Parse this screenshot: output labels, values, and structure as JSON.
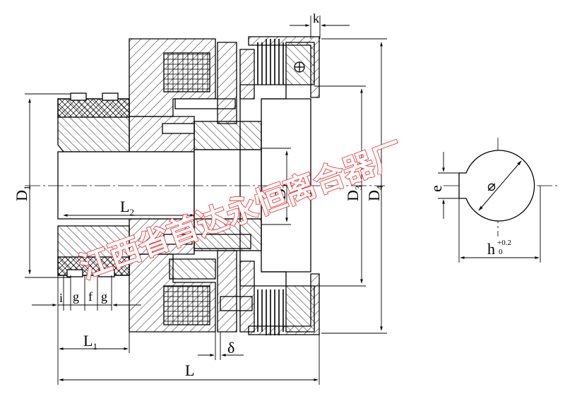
{
  "labels": {
    "k": "k",
    "D1_main": "D",
    "D1_sub": "1",
    "L2_main": "L",
    "L2_sub": "2",
    "D2_main": "D",
    "D2_sub": "2",
    "D3_main": "D",
    "D3_sub": "3",
    "D4_main": "D",
    "D4_sub": "4",
    "i": "i",
    "g1": "g",
    "f": "f",
    "g2": "g",
    "L1_main": "L",
    "L1_sub": "1",
    "delta": "δ",
    "L": "L",
    "e": "e",
    "h_main": "h",
    "h_sup": "+0.2",
    "h_sub": "0"
  },
  "watermark": {
    "text": "江西省首达永恒离合器厂",
    "color": "#e8262a"
  },
  "colors": {
    "line": "#000000",
    "background": "#ffffff"
  }
}
